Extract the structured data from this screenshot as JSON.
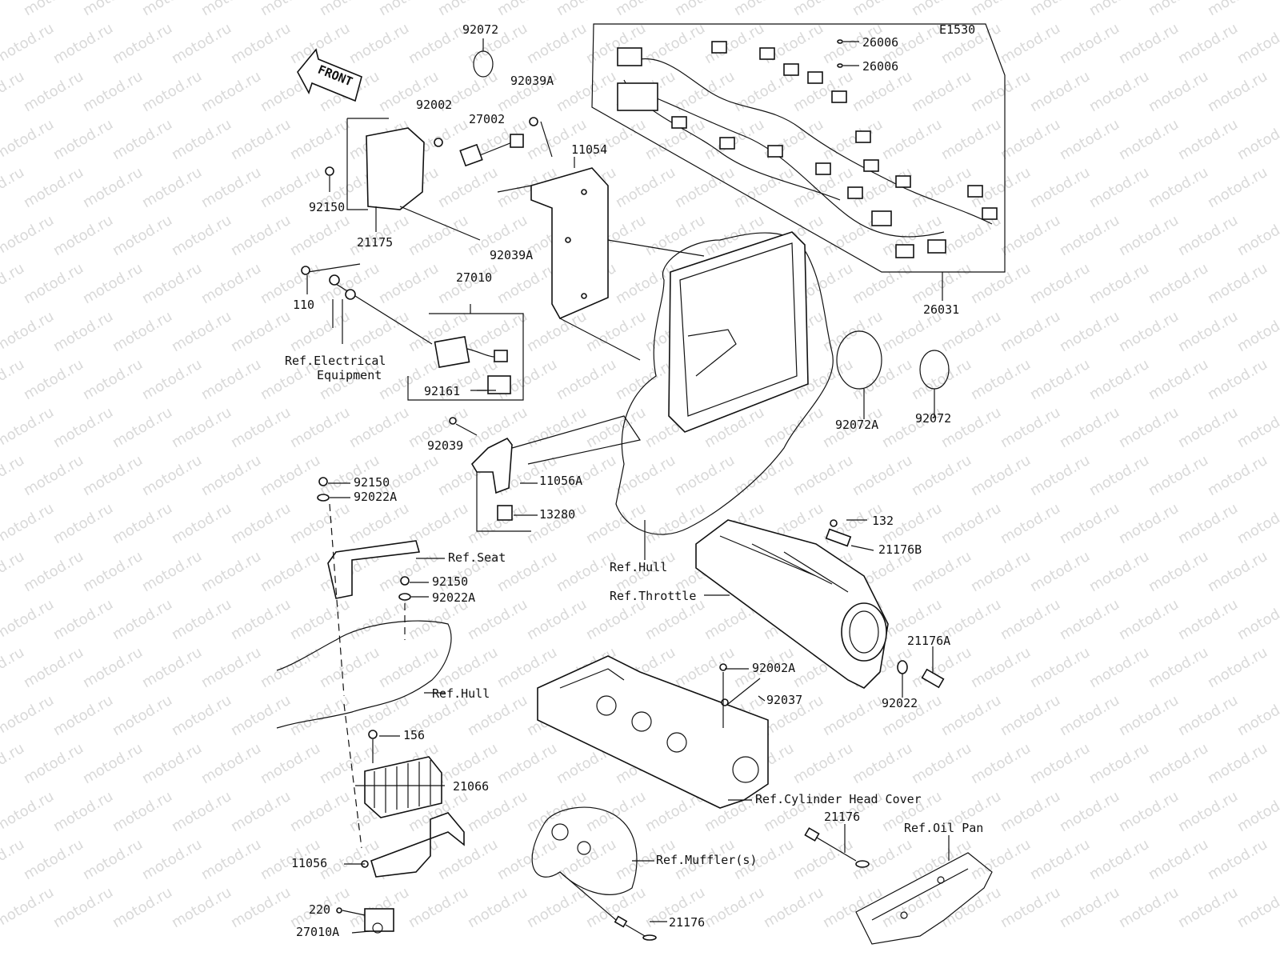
{
  "diagram": {
    "code": "E1530",
    "front_label": "FRONT",
    "watermark": "motod.ru",
    "callouts": {
      "c92072_top": "92072",
      "c92039A_top": "92039A",
      "c92002": "92002",
      "c27002": "27002",
      "c11054": "11054",
      "c92150_top": "92150",
      "c21175": "21175",
      "c92039A_mid": "92039A",
      "c27010": "27010",
      "c110": "110",
      "ref_electrical_1": "Ref.Electrical",
      "ref_electrical_2": "Equipment",
      "c92161": "92161",
      "c92039": "92039",
      "c11056A": "11056A",
      "c13280": "13280",
      "c92150_a": "92150",
      "c92022A_a": "92022A",
      "ref_seat": "Ref.Seat",
      "c92150_b": "92150",
      "c92022A_b": "92022A",
      "ref_hull_lower": "Ref.Hull",
      "c156": "156",
      "c21066": "21066",
      "c11056": "11056",
      "c220": "220",
      "c27010A": "27010A",
      "c26006_a": "26006",
      "c26006_b": "26006",
      "c26031": "26031",
      "c92072A": "92072A",
      "c92072_right": "92072",
      "ref_hull_mid": "Ref.Hull",
      "c132": "132",
      "c21176B": "21176B",
      "ref_throttle": "Ref.Throttle",
      "c21176A": "21176A",
      "c92022": "92022",
      "c92002A": "92002A",
      "c92037": "92037",
      "ref_cyl_head": "Ref.Cylinder Head Cover",
      "c21176_top": "21176",
      "ref_oil_pan": "Ref.Oil Pan",
      "ref_muffler": "Ref.Muffler(s)",
      "c21176_bottom": "21176"
    }
  }
}
